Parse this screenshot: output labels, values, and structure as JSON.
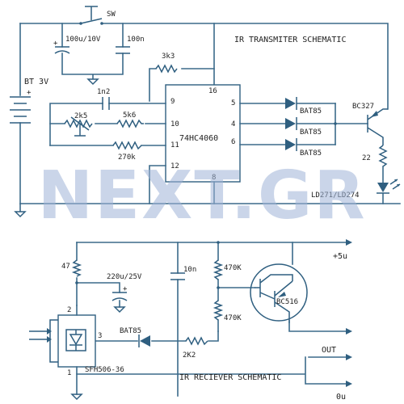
{
  "watermark": "NEXT.GR",
  "transmitter": {
    "title": "IR TRANSMITER SCHEMATIC",
    "switch": "SW",
    "cap1": "100u/10V",
    "cap2": "100n",
    "battery": "BT 3V",
    "r_top": "3k3",
    "cap_osc": "1n2",
    "pot": "2k5",
    "r_5k6": "5k6",
    "r_270k": "270k",
    "ic": "74HC4060",
    "pin16": "16",
    "pin9": "9",
    "pin10": "10",
    "pin11": "11",
    "pin12": "12",
    "pin8": "8",
    "pin5": "5",
    "pin4": "4",
    "pin6": "6",
    "diode": "BAT85",
    "transistor": "BC327",
    "r_22": "22",
    "led": "LD271/LD274"
  },
  "receiver": {
    "title": "IR RECIEVER SCHEMATIC",
    "r_47": "47",
    "cap_220u": "220u/25V",
    "cap_10n": "10n",
    "r_470k_1": "470K",
    "r_470k_2": "470K",
    "transistor": "BC516",
    "plus5": "+5u",
    "out": "OUT",
    "zero": "0u",
    "diode": "BAT85",
    "r_2k2": "2K2",
    "sensor": "SFH506-36",
    "pin2": "2",
    "pin3": "3",
    "pin1": "1"
  }
}
